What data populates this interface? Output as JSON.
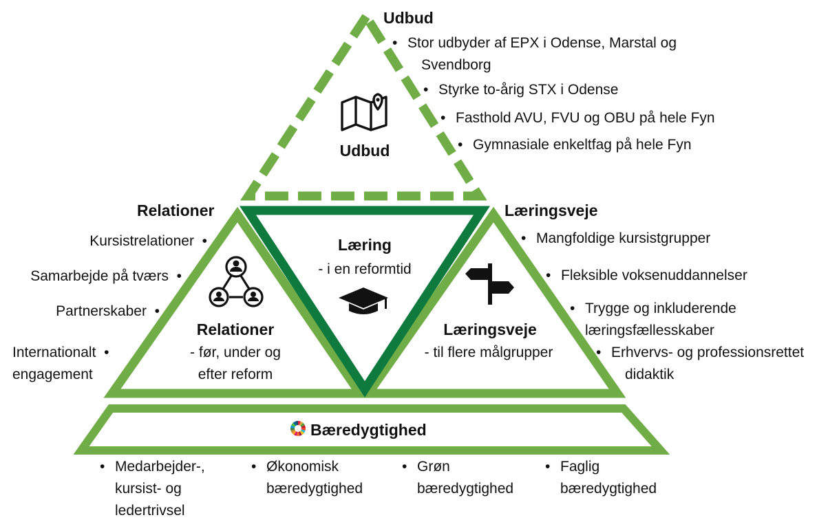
{
  "udbud": {
    "heading": "Udbud",
    "center_label": "Udbud",
    "icon": "map-pin-icon",
    "bullets": [
      [
        "Stor udbyder af EPX i Odense, Marstal og",
        "Svendborg"
      ],
      [
        "Styrke to-årig STX i Odense"
      ],
      [
        "Fasthold AVU, FVU og OBU på hele Fyn"
      ],
      [
        "Gymnasiale enkeltfag på hele Fyn"
      ]
    ]
  },
  "relationer": {
    "heading": "Relationer",
    "center_title": "Relationer",
    "center_sub": [
      "- før, under og",
      "efter reform"
    ],
    "icon": "people-network-icon",
    "bullets": [
      [
        "Kursistrelationer"
      ],
      [
        "Samarbejde på tværs"
      ],
      [
        "Partnerskaber"
      ],
      [
        "Internationalt",
        "engagement"
      ]
    ]
  },
  "laering": {
    "title": "Læring",
    "sub": "- i en reformtid",
    "icon": "graduation-cap-icon"
  },
  "laeringsveje": {
    "heading": "Læringsveje",
    "center_title": "Læringsveje",
    "center_sub": "- til flere målgrupper",
    "icon": "signpost-icon",
    "bullets": [
      [
        "Mangfoldige kursistgrupper"
      ],
      [
        "Fleksible voksenuddannelser"
      ],
      [
        "Trygge og inkluderende",
        "læringsfællesskaber"
      ],
      [
        "Erhvervs- og professionsrettet",
        "didaktik"
      ]
    ]
  },
  "baeredygtighed": {
    "title": "Bæredygtighed",
    "icon": "sdg-wheel-icon",
    "bullets": [
      [
        "Medarbejder-,",
        "kursist- og",
        "ledertrivsel"
      ],
      [
        "Økonomisk",
        "bæredygtighed"
      ],
      [
        "Grøn",
        "bæredygtighed"
      ],
      [
        "Faglig",
        "bæredygtighed"
      ]
    ]
  },
  "colors": {
    "light_green": "#70AD47",
    "dark_green": "#0E7A3E",
    "text": "#111111"
  }
}
